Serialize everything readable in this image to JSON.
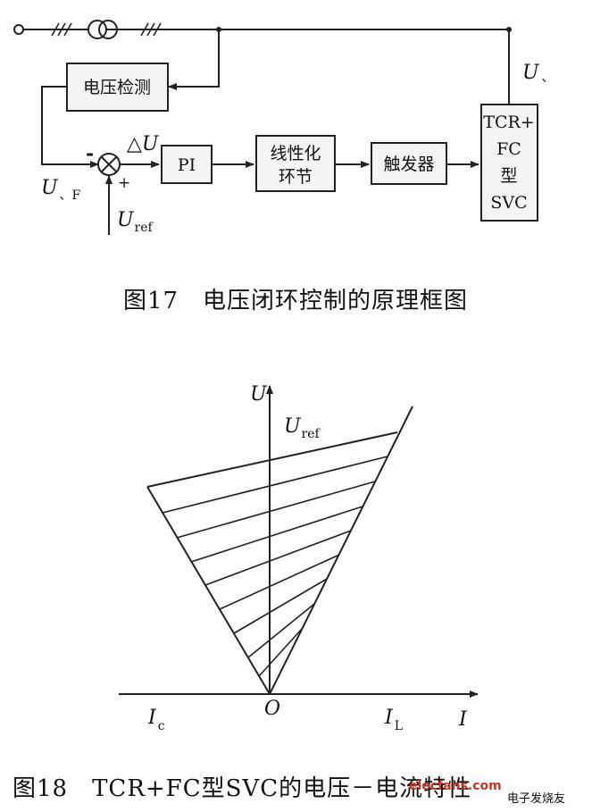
{
  "fig17": {
    "blocks": {
      "detector": "电压检测",
      "pi": "PI",
      "linear_line1": "线性化",
      "linear_line2": "环节",
      "trigger": "触发器",
      "svc_line1": "TCR+",
      "svc_line2": "FC",
      "svc_line3": "型",
      "svc_line4": "SVC"
    },
    "signals": {
      "u_bus": "U",
      "u_bus_sub": "、",
      "u_f": "U",
      "u_f_sub": "、F",
      "delta_u": "△U",
      "u_ref": "U",
      "u_ref_sub": "ref",
      "minus_sign": "-",
      "plus_sign": "+"
    },
    "caption": "图17　电压闭环控制的原理框图"
  },
  "fig18": {
    "axes": {
      "y_label": "U",
      "x_label": "I",
      "origin": "O",
      "u_ref": "U",
      "u_ref_sub": "ref",
      "i_c": "I",
      "i_c_sub": "c",
      "i_l": "I",
      "i_l_sub": "L"
    },
    "caption": "图18　TCR+FC型SVC的电压－电流特性"
  },
  "watermark": {
    "site": "elecfans.com",
    "cn": "电子发烧友"
  }
}
